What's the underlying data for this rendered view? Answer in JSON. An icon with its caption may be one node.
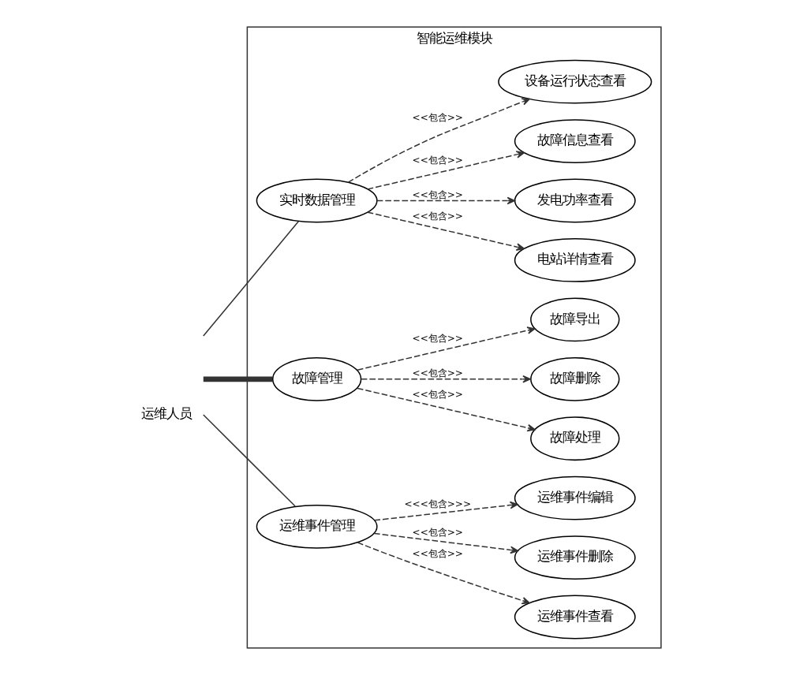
{
  "diagram": {
    "nodes": [
      {
        "text": [
          "运维人员"
        ]
      },
      {
        "text": [
          "智能运维模块"
        ]
      },
      {
        "text": [
          "实时数据管理"
        ],
        "in": 1
      },
      {
        "text": [
          "电站详情查看"
        ],
        "in": 1
      },
      {
        "text": [
          "发电功率查看"
        ],
        "in": 1
      },
      {
        "text": [
          "故障信息查看"
        ],
        "in": 1
      },
      {
        "text": [
          "设备运行状态查看"
        ],
        "in": 1
      },
      {
        "text": [
          "故障管理"
        ],
        "in": 1
      },
      {
        "text": [
          "故障处理"
        ],
        "in": 1
      },
      {
        "text": [
          "故障删除"
        ],
        "in": 1
      },
      {
        "text": [
          "故障导出"
        ],
        "in": 1
      },
      {
        "text": [
          "运维事件管理"
        ],
        "in": 1
      },
      {
        "text": [
          "运维事件查看"
        ],
        "in": 1
      },
      {
        "text": [
          "运维事件删除"
        ],
        "in": 1
      },
      {
        "text": [
          "运维事件编辑"
        ],
        "in": 1
      }
    ],
    "edges": [
      {
        "from": 0,
        "to": 2,
        "arrow": "none"
      },
      {
        "from": 0,
        "to": 7,
        "arrow": "none",
        "style": "thick"
      },
      {
        "from": 0,
        "to": 11,
        "arrow": "none"
      },
      {
        "from": 2,
        "to": 3,
        "arrow": "to",
        "style": "dashed",
        "label": "<<包含>>"
      },
      {
        "from": 2,
        "to": 4,
        "arrow": "to",
        "style": "dashed",
        "label": "<<包含>>"
      },
      {
        "from": 2,
        "to": 5,
        "arrow": "to",
        "style": "dashed",
        "label": "<<包含>>"
      },
      {
        "from": 2,
        "to": 6,
        "arrow": "to",
        "style": "dashed",
        "label": "<<包含>>"
      },
      {
        "from": 7,
        "to": 8,
        "arrow": "to",
        "style": "dashed",
        "label": "<<包含>>"
      },
      {
        "from": 7,
        "to": 9,
        "arrow": "to",
        "style": "dashed",
        "label": "<<包含>>"
      },
      {
        "from": 7,
        "to": 10,
        "arrow": "to",
        "style": "dashed",
        "label": "<<包含>>"
      },
      {
        "from": 11,
        "to": 12,
        "arrow": "to",
        "style": "dashed",
        "label": "<<包含>>"
      },
      {
        "from": 11,
        "to": 13,
        "arrow": "to",
        "style": "dashed",
        "label": "<<包含>>"
      },
      {
        "from": 11,
        "to": 14,
        "arrow": "to",
        "style": "dashed",
        "label": "<<<包含>>>"
      }
    ]
  }
}
